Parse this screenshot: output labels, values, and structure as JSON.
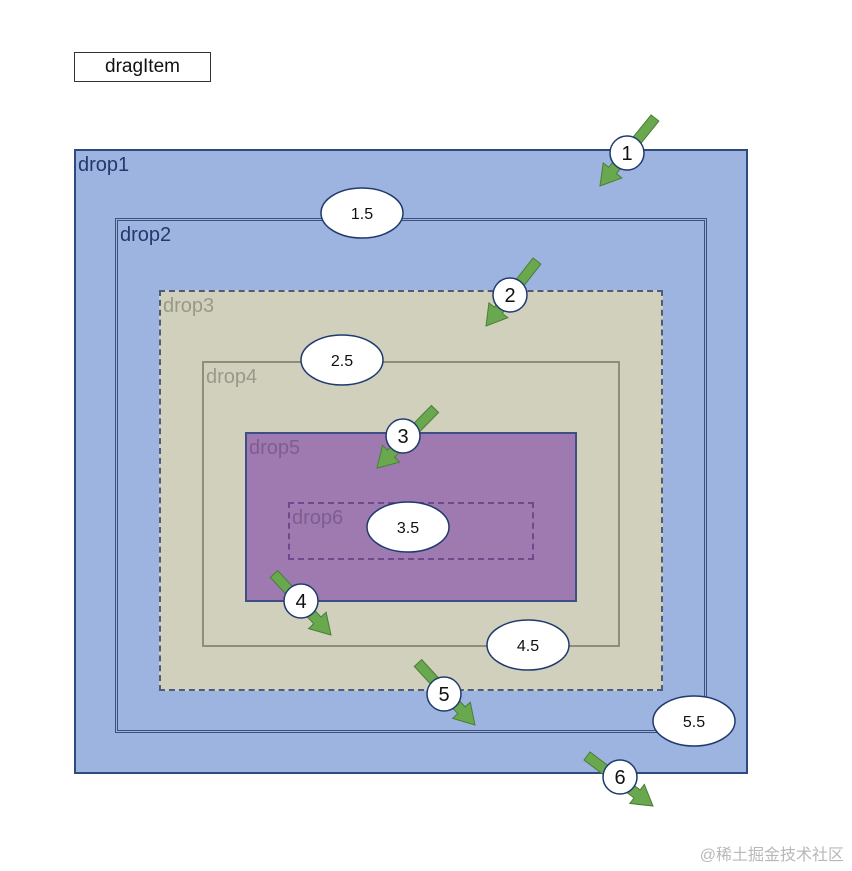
{
  "drag_item": {
    "label": "dragItem"
  },
  "boxes": {
    "drop1": "drop1",
    "drop2": "drop2",
    "drop3": "drop3",
    "drop4": "drop4",
    "drop5": "drop5",
    "drop6": "drop6"
  },
  "ellipse_labels": [
    "1.5",
    "2.5",
    "3.5",
    "4.5",
    "5.5"
  ],
  "step_labels": [
    "1",
    "2",
    "3",
    "4",
    "5",
    "6"
  ],
  "arrow_directions": [
    "inward",
    "inward",
    "inward",
    "outward",
    "outward",
    "outward"
  ],
  "colors": {
    "arrow_fill": "#6aa84f",
    "arrow_stroke": "#4a7e37",
    "outer_blue": "#9db4e0",
    "beige": "#d0d0bd",
    "purple": "#9e7ab0"
  },
  "watermark": "@稀土掘金技术社区"
}
